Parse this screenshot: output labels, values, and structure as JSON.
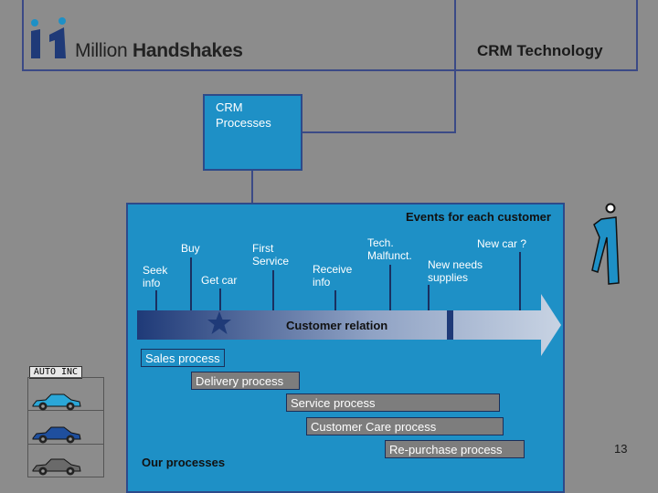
{
  "header": {
    "brand_light": "Million ",
    "brand_bold": "Handshakes",
    "right_title": "CRM Technology"
  },
  "crm_box": {
    "label": "CRM\nProcesses"
  },
  "panel": {
    "events_title": "Events for each customer",
    "events": [
      {
        "id": "buy",
        "label": "Buy"
      },
      {
        "id": "seek-info",
        "label": "Seek\ninfo"
      },
      {
        "id": "get-car",
        "label": "Get car"
      },
      {
        "id": "first-service",
        "label": "First\nService"
      },
      {
        "id": "receive-info",
        "label": "Receive\ninfo"
      },
      {
        "id": "tech-malfunct",
        "label": "Tech.\nMalfunct."
      },
      {
        "id": "new-car",
        "label": "New car ?"
      },
      {
        "id": "new-needs",
        "label": "New needs\nsupplies"
      }
    ],
    "relation_label": "Customer relation",
    "our_processes": "Our processes"
  },
  "processes": [
    {
      "id": "sales",
      "label": "Sales process"
    },
    {
      "id": "delivery",
      "label": "Delivery process"
    },
    {
      "id": "service",
      "label": "Service process"
    },
    {
      "id": "customer-care",
      "label": "Customer Care process"
    },
    {
      "id": "re-purchase",
      "label": "Re-purchase process"
    }
  ],
  "auto_inc": "AUTO INC",
  "page_number": "13",
  "colors": {
    "background": "#8c8c8c",
    "panel": "#1e90c6",
    "border": "#3b4a86",
    "arrow_start": "#1f3a78",
    "arrow_end": "#c8d3e3",
    "process_box": "#7d7d7d",
    "car_light": "#2aa7d8",
    "car_mid": "#1f4f9e",
    "car_dark": "#6a6a6a"
  }
}
